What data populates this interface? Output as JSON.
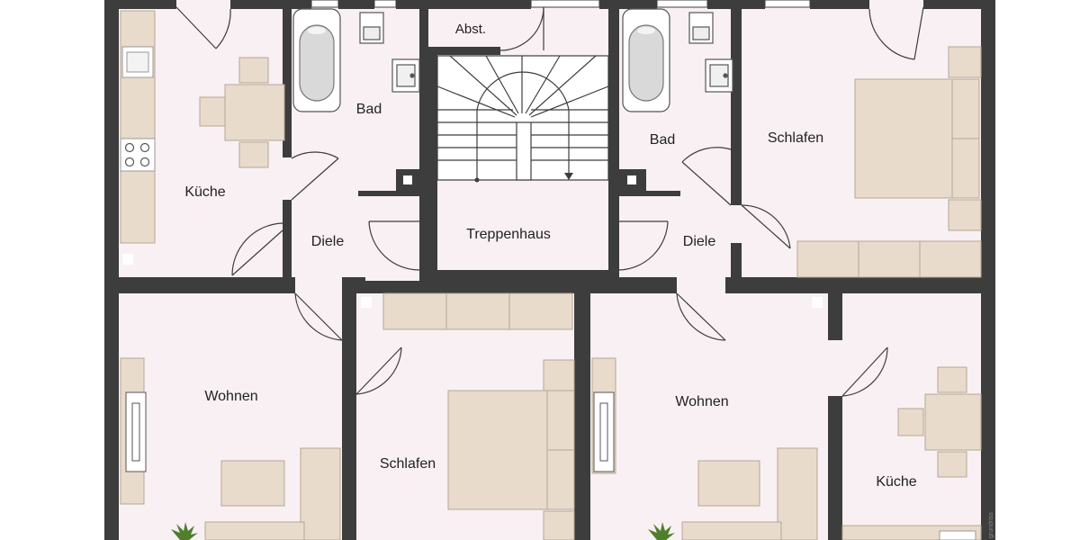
{
  "colors": {
    "wall": "#3d3d3d",
    "floor": "#f9f0f4",
    "furniture": "#e9dbcb",
    "furniture_stroke": "#b5a793",
    "stairs": "#ffffff"
  },
  "rooms": {
    "kueche_left": "Küche",
    "bad_left": "Bad",
    "abst": "Abst.",
    "treppenhaus": "Treppenhaus",
    "bad_right": "Bad",
    "schlafen_top_right": "Schlafen",
    "diele_left": "Diele",
    "diele_right": "Diele",
    "wohnen_left": "Wohnen",
    "schlafen_bottom": "Schlafen",
    "wohnen_right": "Wohnen",
    "kueche_right": "Küche"
  },
  "credit": "grundriss",
  "icons": {
    "plant": "plant-icon",
    "bathtub": "bathtub-icon",
    "sink": "sink-icon",
    "toilet": "toilet-icon",
    "stove": "stove-icon"
  }
}
